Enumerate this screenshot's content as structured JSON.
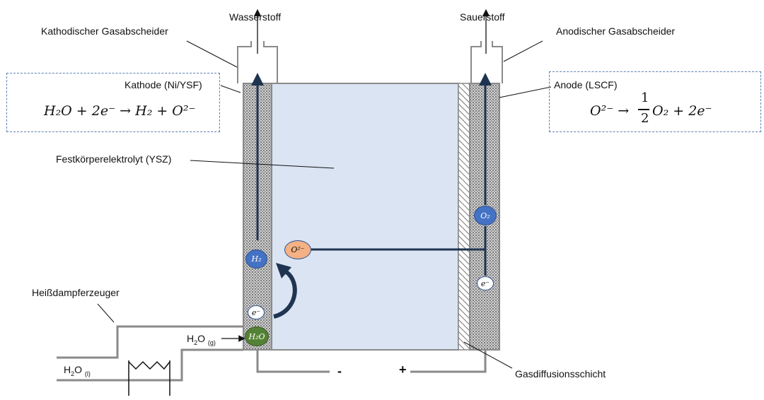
{
  "labels": {
    "hydrogen": "Wasserstoff",
    "oxygen": "Sauerstoff",
    "cathodic_separator": "Kathodischer Gasabscheider",
    "anodic_separator": "Anodischer Gasabscheider",
    "cathode": "Kathode (Ni/YSF)",
    "anode": "Anode (LSCF)",
    "electrolyte": "Festkörperelektrolyt (YSZ)",
    "steam_generator": "Heißdampferzeuger",
    "water_gas": "H",
    "water_gas_sub": "2",
    "water_gas_rest": "O",
    "water_gas_state": "(g)",
    "water_liquid": "H",
    "water_liquid_sub": "2",
    "water_liquid_rest": "O",
    "water_liquid_state": "(l)",
    "gas_diffusion_layer": "Gasdiffusionsschicht",
    "minus": "-",
    "plus": "+"
  },
  "equations": {
    "cathode": "H₂O + 2e⁻ → H₂ + O²⁻",
    "anode_lhs": "O²⁻ →",
    "anode_num": "1",
    "anode_den": "2",
    "anode_rhs": "O₂ + 2e⁻"
  },
  "ions": {
    "h2": "H₂",
    "electron_cathode": "e⁻",
    "water": "H₂O",
    "oxide": "O²⁻",
    "o2": "O₂",
    "electron_anode": "e⁻"
  },
  "colors": {
    "electrolyte": "#dae4f3",
    "electrode_pattern": "#8c8c8c",
    "frame": "#8a8a8a",
    "arrow_dark": "#1f3450",
    "box_border": "#5b7fb3",
    "ion_blue": "#4472c4",
    "ion_green": "#548235",
    "ion_orange": "#f4b183"
  }
}
